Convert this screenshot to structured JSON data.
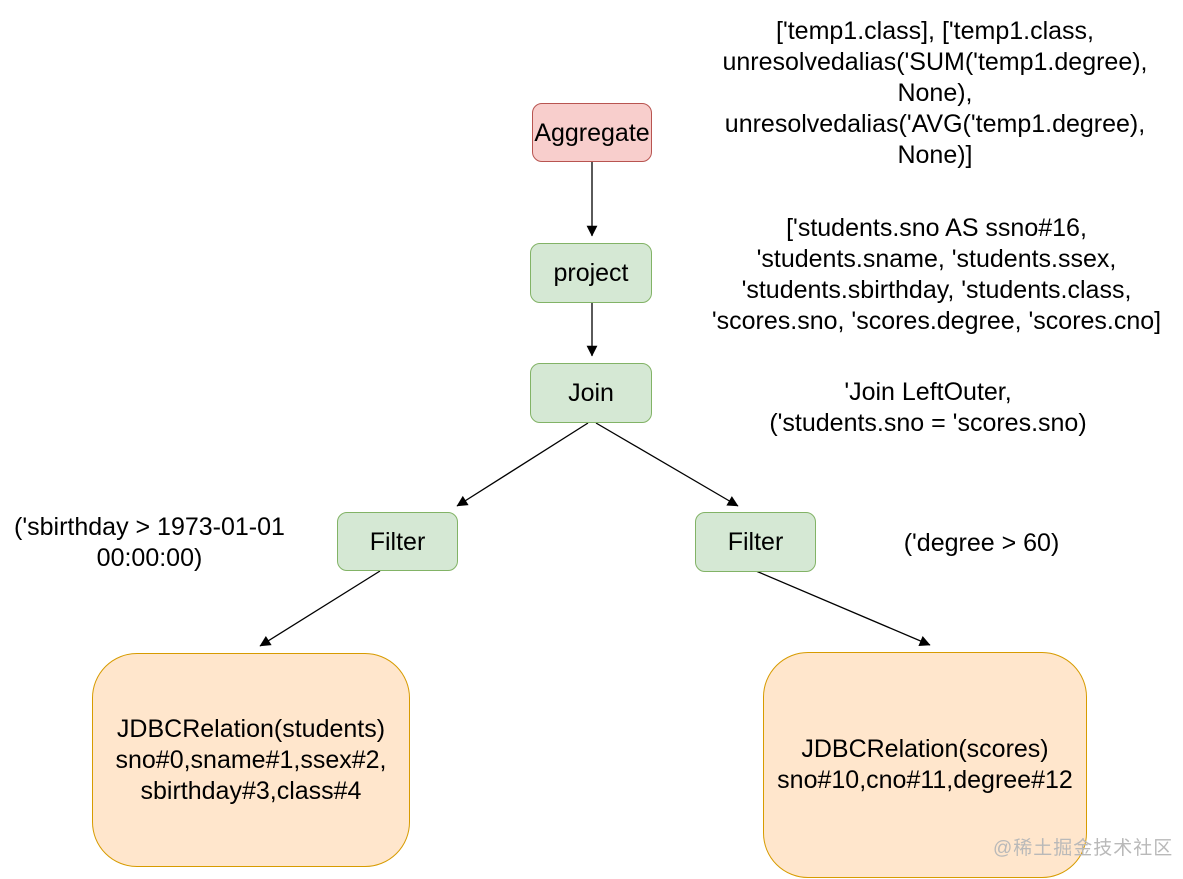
{
  "diagram": {
    "title": "spark-sql-unresolved-logical-plan",
    "nodes": {
      "aggregate": {
        "label": "Aggregate"
      },
      "project": {
        "label": "project"
      },
      "join": {
        "label": "Join"
      },
      "filter_left": {
        "label": "Filter"
      },
      "filter_right": {
        "label": "Filter"
      },
      "jdbc_students": {
        "label": "JDBCRelation(students)\nsno#0,sname#1,ssex#2,\nsbirthday#3,class#4"
      },
      "jdbc_scores": {
        "label": "JDBCRelation(scores)\nsno#10,cno#11,degree#12"
      }
    },
    "annotations": {
      "aggregate_args": "['temp1.class], ['temp1.class,\nunresolvedalias('SUM('temp1.degree),\nNone),\nunresolvedalias('AVG('temp1.degree),\nNone)]",
      "project_args": "['students.sno AS ssno#16,\n'students.sname, 'students.ssex,\n'students.sbirthday, 'students.class,\n'scores.sno, 'scores.degree, 'scores.cno]",
      "join_args": "'Join LeftOuter,\n('students.sno = 'scores.sno)",
      "filter_left_args": "('sbirthday > 1973-01-01\n00:00:00)",
      "filter_right_args": "('degree > 60)"
    },
    "watermark": "@稀土掘金技术社区",
    "colors": {
      "pink_fill": "#f8cecc",
      "pink_border": "#b85450",
      "green_fill": "#d5e8d4",
      "green_border": "#82b366",
      "orange_fill": "#ffe6cc",
      "orange_border": "#d79b00",
      "line": "#000000",
      "watermark_gray": "#b9b9b9"
    }
  }
}
